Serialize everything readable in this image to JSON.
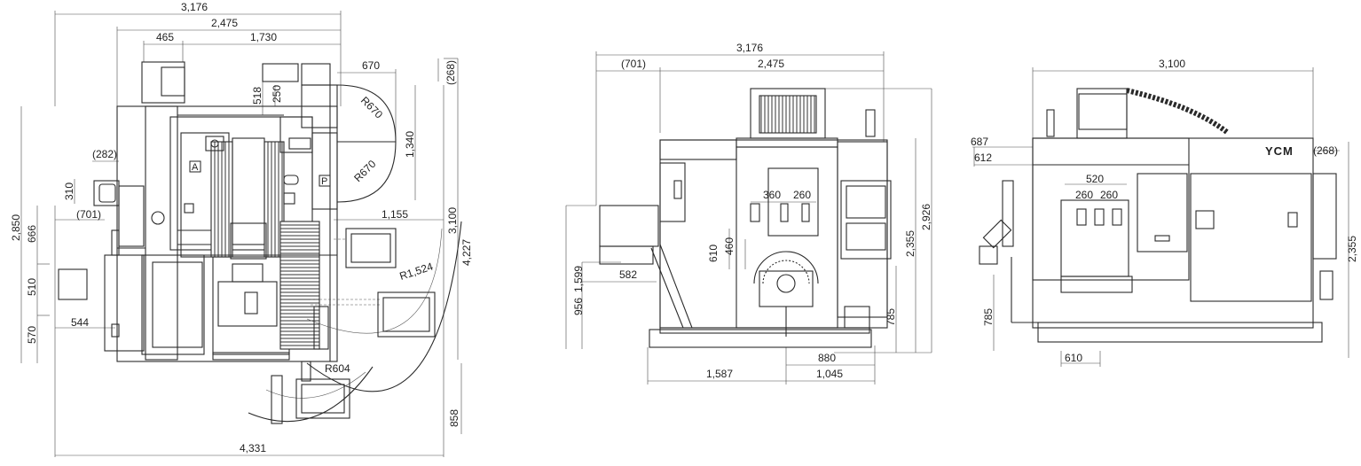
{
  "plan_view": {
    "dims": {
      "overall_width": "3,176",
      "machine_width": "2,475",
      "left_offset": "465",
      "right_part": "1,730",
      "door_clear": "670",
      "top_paren": "(268)",
      "d518": "518",
      "d250": "250",
      "radius_upper": "R670",
      "radius_lower": "R670",
      "d1340": "1,340",
      "d282": "(282)",
      "d310": "310",
      "d701": "(701)",
      "d1155": "1,155",
      "d3100": "3,100",
      "d4227": "4,227",
      "d2850": "2,850",
      "d666": "666",
      "d510": "510",
      "d570": "570",
      "d544": "544",
      "radius_large": "R1,524",
      "radius_small": "R604",
      "d858": "858",
      "overall_depth": "4,331"
    },
    "labels": {
      "a": "A",
      "p": "P"
    }
  },
  "front_view": {
    "dims": {
      "overall_width": "3,176",
      "paren_701": "(701)",
      "machine_width": "2,475",
      "d360": "360",
      "d260": "260",
      "d610": "610",
      "d460": "460",
      "d1599": "1,599",
      "d956": "956",
      "d582": "582",
      "d2355": "2,355",
      "d2926": "2,926",
      "d785": "785",
      "d880": "880",
      "d1587": "1,587",
      "d1045": "1,045"
    }
  },
  "side_view": {
    "brand": "YCM",
    "dims": {
      "overall_width": "3,100",
      "d687": "687",
      "d612": "612",
      "paren_268": "(268)",
      "d520": "520",
      "d260a": "260",
      "d260b": "260",
      "d2355": "2,355",
      "d785": "785",
      "d610": "610"
    }
  }
}
